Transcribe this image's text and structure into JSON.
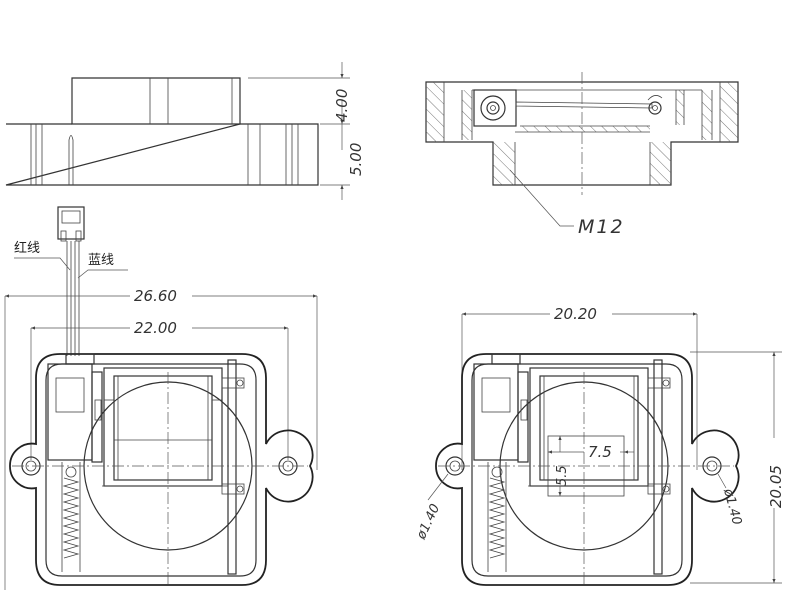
{
  "dimensions": {
    "side_top_height": "4.00",
    "side_base_height": "5.00",
    "overall_width": "26.60",
    "mount_hole_spacing": "22.00",
    "body_width": "20.20",
    "body_height": "20.05",
    "aperture_width": "7.5",
    "aperture_height": "5.5",
    "hole_left": "ø1.40",
    "hole_right": "ø1.40"
  },
  "labels": {
    "thread": "M12",
    "red_wire": "红线",
    "blue_wire": "蓝线"
  }
}
